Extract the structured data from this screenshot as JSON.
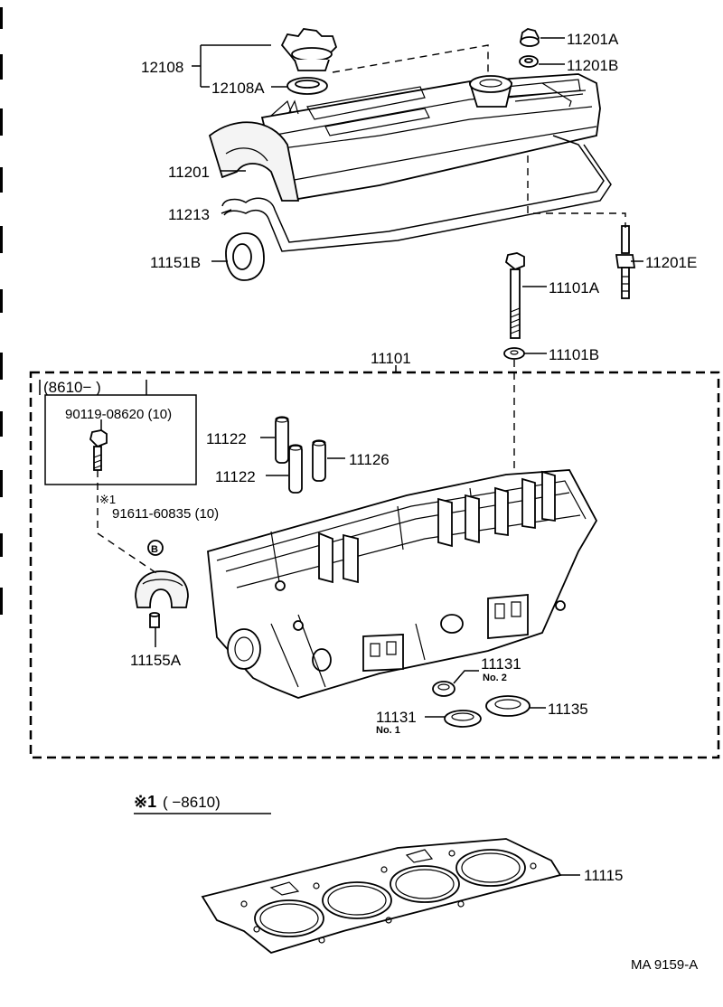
{
  "figure_code": "MA 9159-A",
  "parts": {
    "p12108": "12108",
    "p12108A": "12108A",
    "p11201A": "11201A",
    "p11201B": "11201B",
    "p11201": "11201",
    "p11213": "11213",
    "p11151B": "11151B",
    "p11201E": "11201E",
    "p11101A": "11101A",
    "p11101B": "11101B",
    "p11101": "11101",
    "p11122a": "11122",
    "p11122b": "11122",
    "p11126": "11126",
    "p11155A": "11155A",
    "p11131a": "11131",
    "p11131b": "11131",
    "p11135": "11135",
    "p11115": "11115"
  },
  "sublabels": {
    "no2": "No. 2",
    "no1": "No. 1"
  },
  "inset": {
    "range": "(8610−       )",
    "bolt_part": "90119-08620 (10)"
  },
  "note": {
    "marker": "※1",
    "part": "91611-60835 (10)",
    "circle_letter": "B"
  },
  "gasket_note": {
    "marker": "※1",
    "range": "(       −8610)"
  }
}
